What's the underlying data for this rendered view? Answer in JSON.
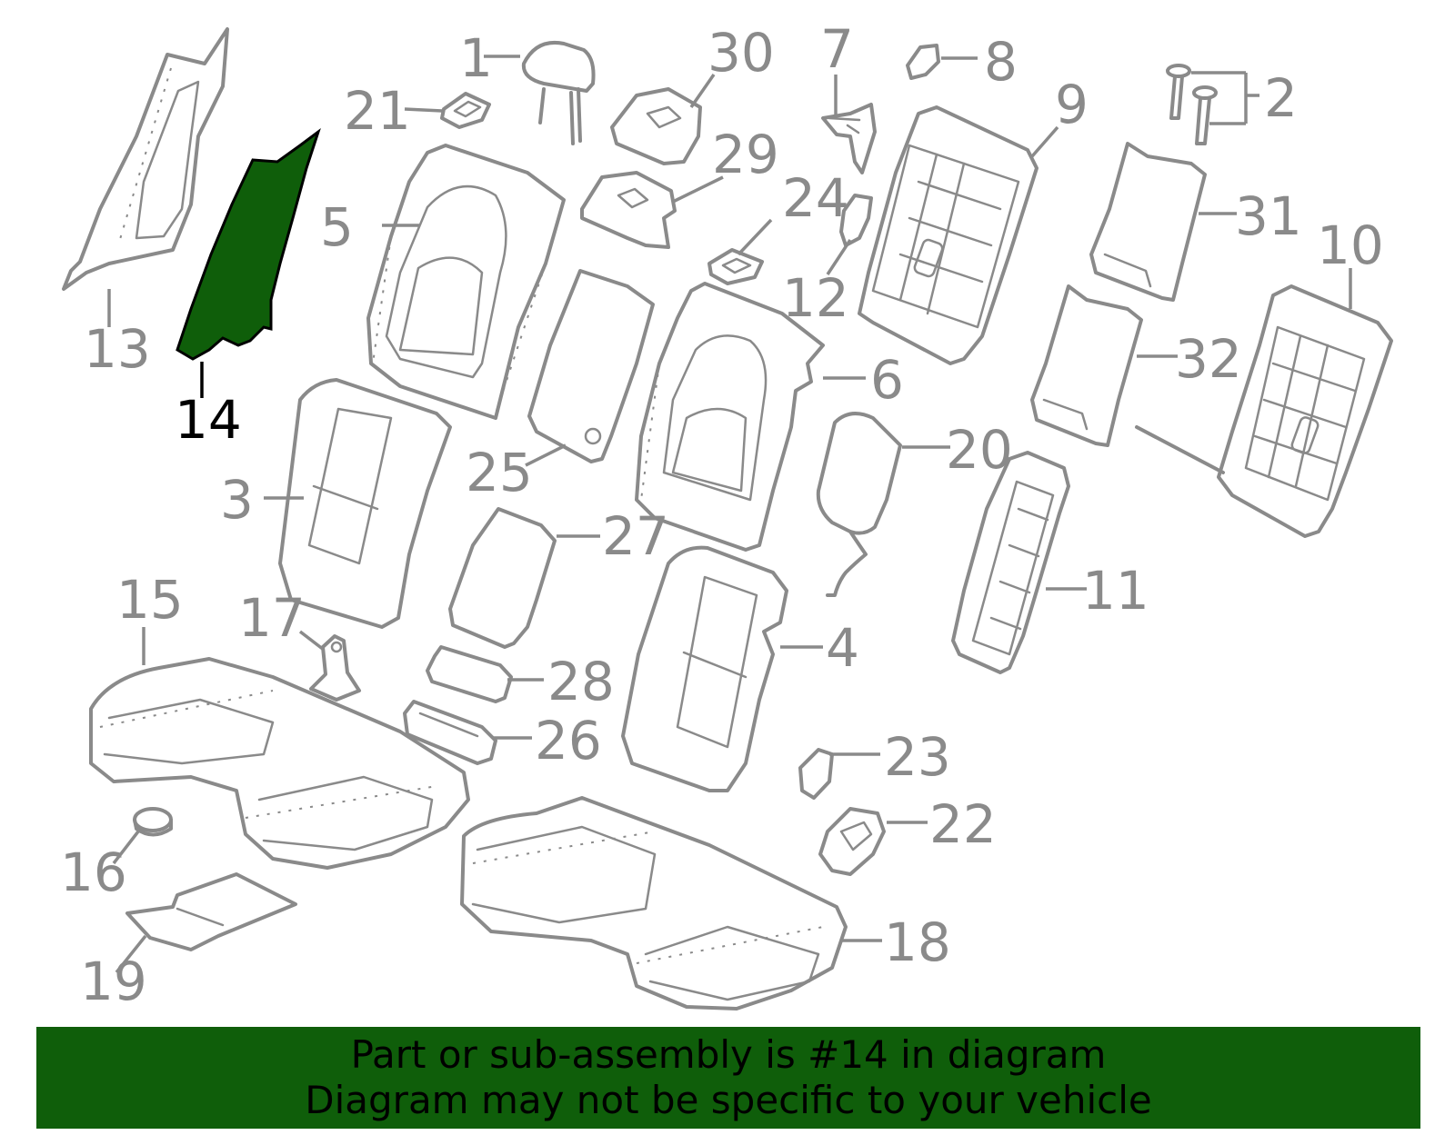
{
  "colors": {
    "highlight": "#0f5e0a",
    "outline": "#8a8a8a",
    "highlight_label": "#000000",
    "banner_text": "#000000"
  },
  "highlighted_part": "14",
  "callouts": [
    {
      "id": "1",
      "label": "1"
    },
    {
      "id": "2",
      "label": "2"
    },
    {
      "id": "3",
      "label": "3"
    },
    {
      "id": "4",
      "label": "4"
    },
    {
      "id": "5",
      "label": "5"
    },
    {
      "id": "6",
      "label": "6"
    },
    {
      "id": "7",
      "label": "7"
    },
    {
      "id": "8",
      "label": "8"
    },
    {
      "id": "9",
      "label": "9"
    },
    {
      "id": "10",
      "label": "10"
    },
    {
      "id": "11",
      "label": "11"
    },
    {
      "id": "12",
      "label": "12"
    },
    {
      "id": "13",
      "label": "13"
    },
    {
      "id": "14",
      "label": "14"
    },
    {
      "id": "15",
      "label": "15"
    },
    {
      "id": "16",
      "label": "16"
    },
    {
      "id": "17",
      "label": "17"
    },
    {
      "id": "18",
      "label": "18"
    },
    {
      "id": "19",
      "label": "19"
    },
    {
      "id": "20",
      "label": "20"
    },
    {
      "id": "21",
      "label": "21"
    },
    {
      "id": "22",
      "label": "22"
    },
    {
      "id": "23",
      "label": "23"
    },
    {
      "id": "24",
      "label": "24"
    },
    {
      "id": "25",
      "label": "25"
    },
    {
      "id": "26",
      "label": "26"
    },
    {
      "id": "27",
      "label": "27"
    },
    {
      "id": "28",
      "label": "28"
    },
    {
      "id": "29",
      "label": "29"
    },
    {
      "id": "30",
      "label": "30"
    },
    {
      "id": "31",
      "label": "31"
    },
    {
      "id": "32",
      "label": "32"
    }
  ],
  "footer": {
    "line1": "Part or sub-assembly is #14 in diagram",
    "line2": "Diagram may not be specific to your vehicle"
  }
}
